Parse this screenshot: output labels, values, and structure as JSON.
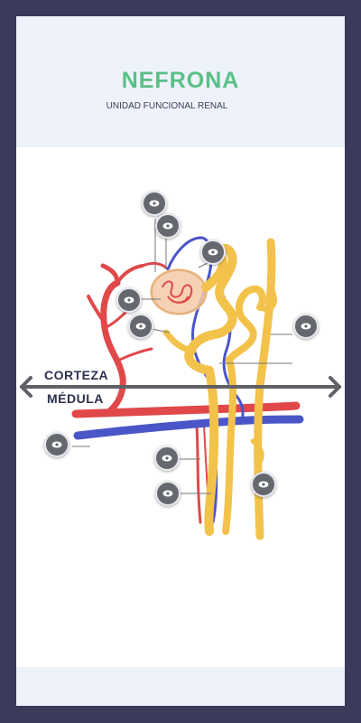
{
  "header": {
    "title": "NEFRONA",
    "subtitle": "UNIDAD FUNCIONAL RENAL"
  },
  "zones": {
    "upper": "CORTEZA",
    "lower": "MÉDULA"
  },
  "hotspots": [
    {
      "icon": "eye-icon"
    },
    {
      "icon": "eye-icon"
    },
    {
      "icon": "eye-icon"
    },
    {
      "icon": "eye-icon"
    },
    {
      "icon": "eye-icon"
    },
    {
      "icon": "eye-icon"
    },
    {
      "icon": "eye-icon"
    },
    {
      "icon": "eye-icon"
    },
    {
      "icon": "eye-icon"
    },
    {
      "icon": "eye-icon"
    }
  ],
  "colors": {
    "title": "#5bbf86",
    "artery": "#e0484a",
    "vein": "#4a55c8",
    "tubule": "#f2c24a",
    "frame": "#3a3a5a",
    "hotspot": "#666870"
  }
}
